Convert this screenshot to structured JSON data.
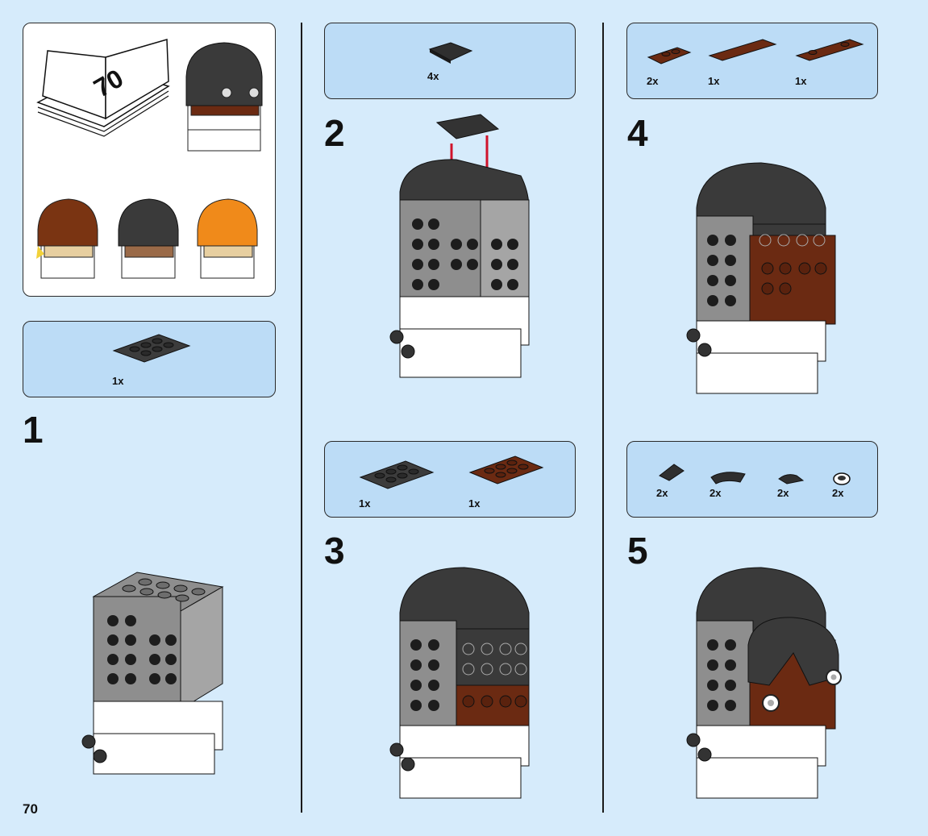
{
  "page": {
    "number": "70"
  },
  "cover": {
    "book_number": "70"
  },
  "steps": [
    {
      "number": "1",
      "parts": [
        {
          "qty": "1x",
          "name": "dark-grey-plate-2x4"
        }
      ]
    },
    {
      "number": "2",
      "parts": [
        {
          "qty": "4x",
          "name": "black-curved-slope-tile"
        }
      ]
    },
    {
      "number": "3",
      "parts": [
        {
          "qty": "1x",
          "name": "dark-grey-plate-2x4"
        },
        {
          "qty": "1x",
          "name": "reddish-brown-plate-2x4"
        }
      ]
    },
    {
      "number": "4",
      "parts": [
        {
          "qty": "2x",
          "name": "reddish-brown-plate-1x2"
        },
        {
          "qty": "1x",
          "name": "reddish-brown-plate-1x6"
        },
        {
          "qty": "1x",
          "name": "reddish-brown-jumper-plate-1x4"
        }
      ]
    },
    {
      "number": "5",
      "parts": [
        {
          "qty": "2x",
          "name": "black-slope-tile"
        },
        {
          "qty": "2x",
          "name": "black-curved-slope"
        },
        {
          "qty": "2x",
          "name": "black-tile-quarter-round"
        },
        {
          "qty": "2x",
          "name": "white-round-tile-eye"
        }
      ]
    }
  ],
  "colors": {
    "background": "#d6ebfb",
    "callout": "#bcdcf6",
    "hair": "#3a3a3a",
    "face_brown": "#6b2a12",
    "skin_grey": "#8e8e8e",
    "shirt_white": "#ffffff",
    "arrow_red": "#d0132b"
  }
}
